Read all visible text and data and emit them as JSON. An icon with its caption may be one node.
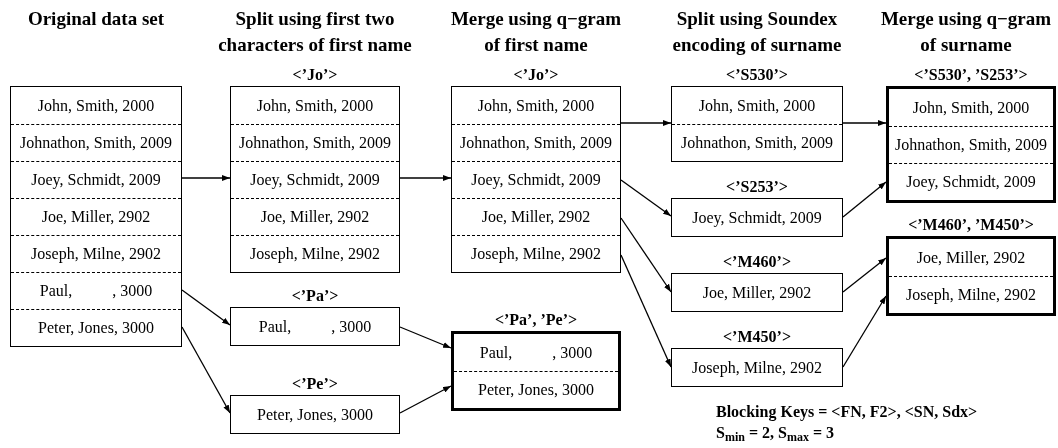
{
  "diagram": {
    "nodes": [
      {
        "text": [],
        "shape": "box"
      },
      {
        "text": [
          "John, Smith, 2000"
        ],
        "in": 0
      },
      {
        "text": [
          "Johnathon, Smith, 2009"
        ],
        "in": 0
      },
      {
        "text": [
          "Joey, Schmidt, 2009"
        ],
        "in": 0
      },
      {
        "text": [
          "Joe, Miller, 2902"
        ],
        "in": 0
      },
      {
        "text": [
          "Joseph, Milne, 2902"
        ],
        "in": 0
      },
      {
        "text": [
          "Paul,          , 3000"
        ],
        "in": 0
      },
      {
        "text": [
          "Peter, Jones, 3000"
        ],
        "in": 0
      },
      {
        "text": [
          "<’Jo’>"
        ]
      },
      {
        "text": [
          "John, Smith, 2000"
        ],
        "in": 8
      },
      {
        "text": [
          "Johnathon, Smith, 2009"
        ],
        "in": 8
      },
      {
        "text": [
          "Joey, Schmidt, 2009"
        ],
        "in": 8
      },
      {
        "text": [
          "Joe, Miller, 2902"
        ],
        "in": 8
      },
      {
        "text": [
          "Joseph, Milne, 2902"
        ],
        "in": 8
      },
      {
        "text": [
          "<’Pa’>"
        ]
      },
      {
        "text": [
          "Paul,          , 3000"
        ],
        "in": 14
      },
      {
        "text": [
          "<’Pe’>"
        ]
      },
      {
        "text": [
          "Peter, Jones, 3000"
        ],
        "in": 16
      },
      {
        "text": [
          "<’Jo’>"
        ]
      },
      {
        "text": [
          "John, Smith, 2000"
        ],
        "in": 18
      },
      {
        "text": [
          "Johnathon, Smith, 2009"
        ],
        "in": 18
      },
      {
        "text": [
          "Joey, Schmidt, 2009"
        ],
        "in": 18
      },
      {
        "text": [
          "Joe, Miller, 2902"
        ],
        "in": 18
      },
      {
        "text": [
          "Joseph, Milne, 2902"
        ],
        "in": 18
      },
      {
        "text": [
          "<’Pa’, ’Pe’>"
        ]
      },
      {
        "text": [
          "Paul,          , 3000"
        ],
        "in": 24
      },
      {
        "text": [
          "Peter, Jones, 3000"
        ],
        "in": 24
      },
      {
        "text": [
          "<’S530’>"
        ]
      },
      {
        "text": [
          "John, Smith, 2000"
        ],
        "in": 27
      },
      {
        "text": [
          "Johnathon, Smith, 2009"
        ],
        "in": 27
      },
      {
        "text": [
          "<’S253’>"
        ]
      },
      {
        "text": [
          "Joey, Schmidt, 2009"
        ],
        "in": 30
      },
      {
        "text": [
          "<’M460’>"
        ]
      },
      {
        "text": [
          "Joe, Miller, 2902"
        ],
        "in": 32
      },
      {
        "text": [
          "<’M450’>"
        ]
      },
      {
        "text": [
          "Joseph, Milne, 2902"
        ],
        "in": 34
      },
      {
        "text": [
          "<’S530’, ’S253’>"
        ]
      },
      {
        "text": [
          "John, Smith, 2000"
        ],
        "in": 36
      },
      {
        "text": [
          "Johnathon, Smith, 2009"
        ],
        "in": 36
      },
      {
        "text": [
          "Joey, Schmidt, 2009"
        ],
        "in": 36
      },
      {
        "text": [
          "<’M460’, ’M450’>"
        ]
      },
      {
        "text": [
          "Joe, Miller, 2902"
        ],
        "in": 40
      },
      {
        "text": [
          "Joseph, Milne, 2902"
        ],
        "in": 40
      }
    ],
    "edges": [
      {
        "from": 0,
        "to": 8,
        "arrow": "to"
      },
      {
        "from": 0,
        "to": 14,
        "arrow": "to"
      },
      {
        "from": 0,
        "to": 16,
        "arrow": "to"
      },
      {
        "from": 8,
        "to": 18,
        "arrow": "to"
      },
      {
        "from": 14,
        "to": 24,
        "arrow": "to"
      },
      {
        "from": 16,
        "to": 24,
        "arrow": "to"
      },
      {
        "from": 18,
        "to": 27,
        "arrow": "to"
      },
      {
        "from": 18,
        "to": 30,
        "arrow": "to"
      },
      {
        "from": 18,
        "to": 32,
        "arrow": "to"
      },
      {
        "from": 18,
        "to": 34,
        "arrow": "to"
      },
      {
        "from": 27,
        "to": 36,
        "arrow": "to"
      },
      {
        "from": 30,
        "to": 36,
        "arrow": "to"
      },
      {
        "from": 32,
        "to": 40,
        "arrow": "to"
      },
      {
        "from": 34,
        "to": 40,
        "arrow": "to"
      }
    ],
    "labels": [
      "Original data set",
      "Split using first two characters of first name",
      "Merge using q−gram of first name",
      "Split using Soundex encoding of surname",
      "Merge using q−gram of surname",
      "Blocking Keys = <FN, F2>, <SN, Sdx>",
      "S$_{min}$ = 2, S$_{max}$ = 3"
    ]
  }
}
